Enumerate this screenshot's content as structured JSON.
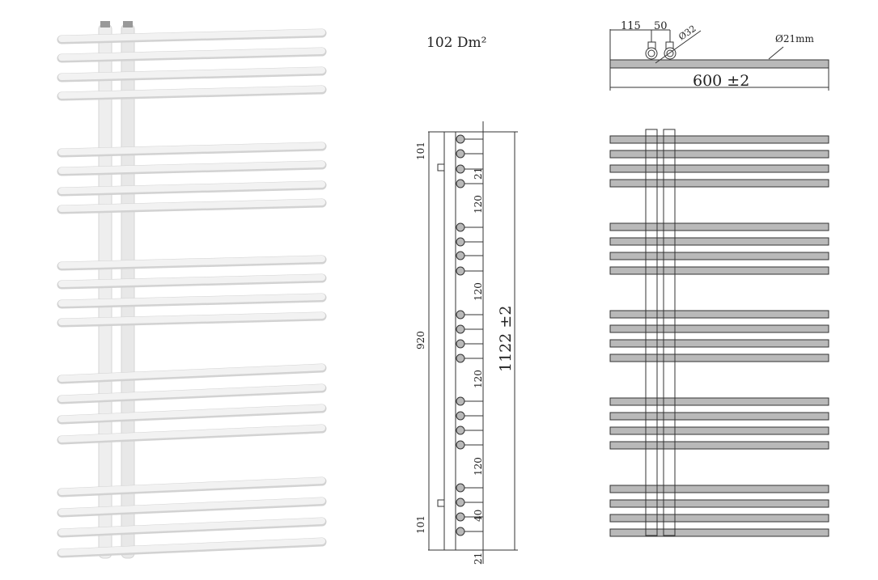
{
  "surface_area": "102 Dm²",
  "top_view": {
    "offset_1": "115",
    "offset_2": "50",
    "inlet_diameter": "Ø32",
    "tube_diameter": "Ø21mm",
    "width": "600 ±2"
  },
  "side_view": {
    "top_margin": "101",
    "bottom_margin": "101",
    "connection_spacing": "920",
    "total_height": "1122 ±2",
    "top_gap": "21",
    "group_gaps": [
      "120",
      "120",
      "120",
      "120"
    ],
    "bottom_spacing": "40",
    "bottom_gap": "21"
  },
  "colors": {
    "tube_fill": "#b9b9b9",
    "line": "#333333",
    "photo_tube": "#f2f2f2"
  }
}
